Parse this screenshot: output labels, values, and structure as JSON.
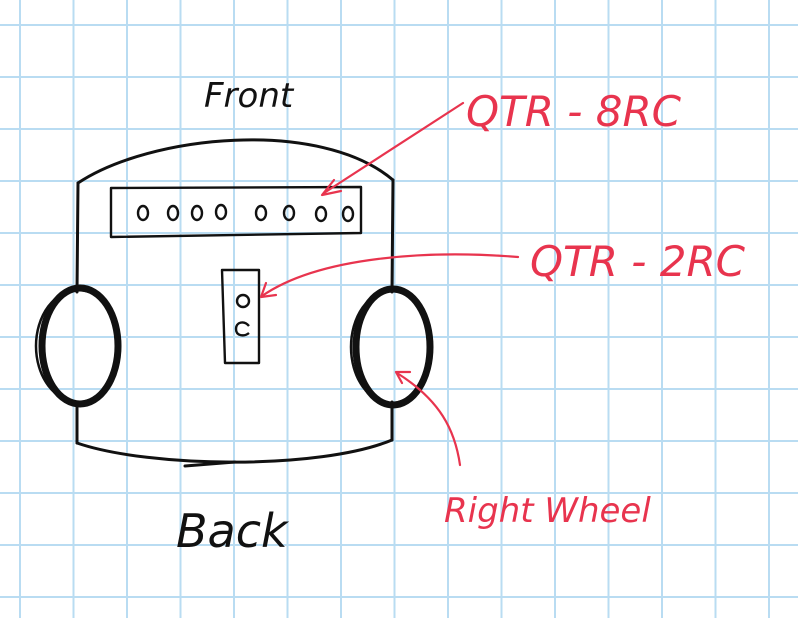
{
  "labels": {
    "front": "Front",
    "back": "Back",
    "qtr8": "QTR - 8RC",
    "qtr2": "QTR - 2RC",
    "right_wheel": "Right Wheel"
  },
  "colors": {
    "paper": "#ffffff",
    "grid": "#b9dcf2",
    "ink": "#111111",
    "annotation": "#e8344e"
  }
}
